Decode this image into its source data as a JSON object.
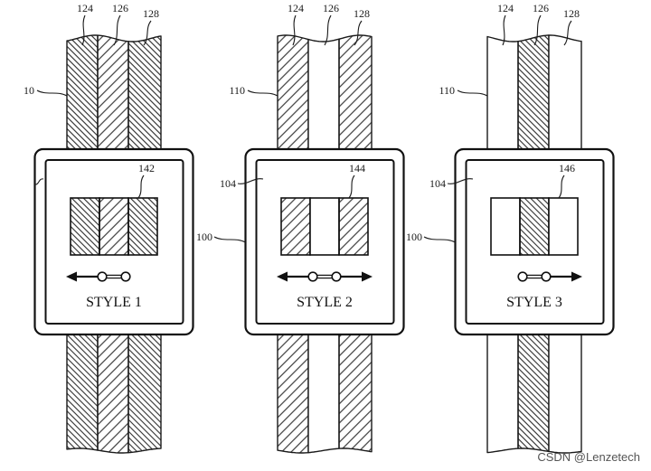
{
  "figure": {
    "watermark": "CSDN @Lenzetech"
  },
  "watches": [
    {
      "style_label": "STYLE 1",
      "band_ref": "10",
      "stripe_refs": [
        "124",
        "126",
        "128"
      ],
      "stripe_patterns": [
        "dense-hatch",
        "wide-hatch",
        "dense-hatch"
      ],
      "display_ref": "142",
      "arrow_direction": "left"
    },
    {
      "style_label": "STYLE 2",
      "band_ref": "110",
      "screen_ref": "104",
      "body_ref": "100",
      "stripe_refs": [
        "124",
        "126",
        "128"
      ],
      "stripe_patterns": [
        "wide-hatch",
        "plain",
        "wide-hatch"
      ],
      "display_ref": "144",
      "arrow_direction": "both"
    },
    {
      "style_label": "STYLE 3",
      "band_ref": "110",
      "screen_ref": "104",
      "body_ref": "100",
      "stripe_refs": [
        "124",
        "126",
        "128"
      ],
      "stripe_patterns": [
        "plain",
        "dense-hatch",
        "plain"
      ],
      "display_ref": "146",
      "arrow_direction": "right"
    }
  ]
}
